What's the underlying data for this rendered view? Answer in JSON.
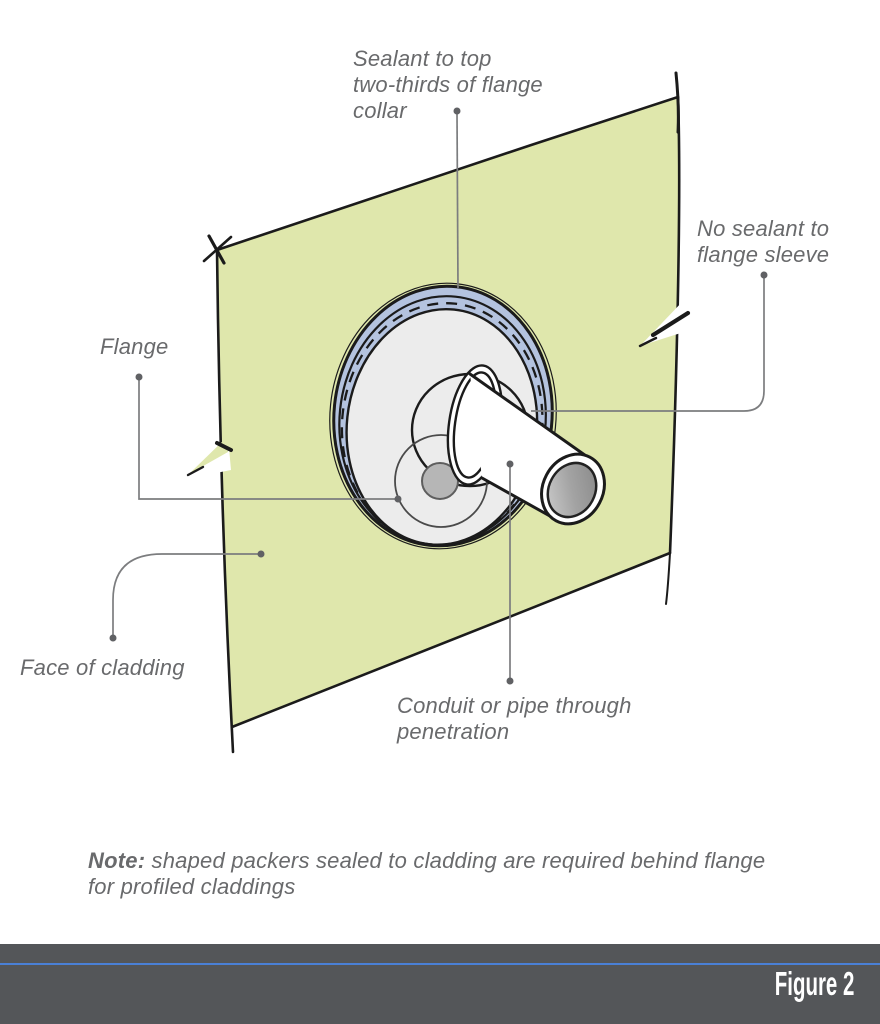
{
  "diagram": {
    "labels": {
      "sealant": "Sealant to top\ntwo-thirds of flange\ncollar",
      "no_sealant": "No sealant to\nflange sleeve",
      "flange": "Flange",
      "face_of_cladding": "Face of cladding",
      "conduit": "Conduit or pipe through\npenetration"
    },
    "note": {
      "prefix": "Note:",
      "body": " shaped packers sealed to cladding are required behind flange\nfor profiled claddings"
    },
    "colors": {
      "cladding_fill": "#dfe7ac",
      "sealant_ring": "#b4c3df",
      "flange_disc": "#ececec",
      "hole_fill": "#b6b6b6",
      "outline": "#1b1b1b",
      "label_text": "#696a6c",
      "leader_line": "#7c7d7f",
      "footer_bar": "#545659",
      "footer_accent_line": "#4a80d6",
      "caption_text": "#ffffff"
    }
  },
  "footer": {
    "caption": "Figure 2"
  }
}
